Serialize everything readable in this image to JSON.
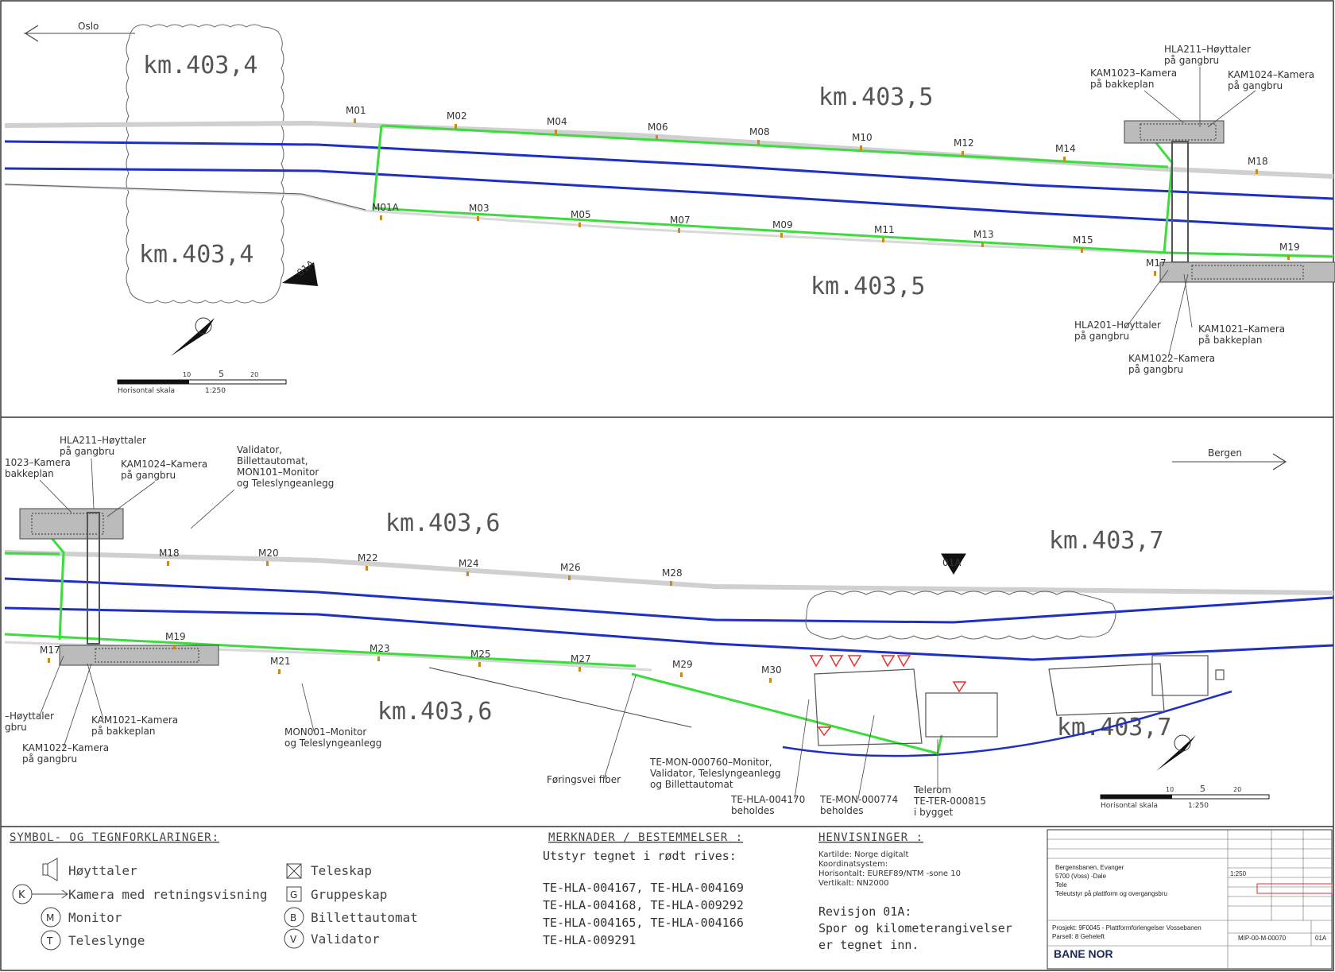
{
  "directions": {
    "left": "Oslo",
    "right": "Bergen"
  },
  "km_markers": {
    "top": [
      "km.403,4",
      "km.403,4",
      "km.403,5",
      "km.403,5"
    ],
    "bottom": [
      "km.403,6",
      "km.403,6",
      "km.403,7",
      "km.403,7"
    ]
  },
  "section_tag": "01A",
  "scale": {
    "label": "Horisontal skala",
    "ratio": "1:250",
    "ticks": [
      "10",
      "5",
      "20"
    ]
  },
  "monitors_top": [
    "M01",
    "M02",
    "M03",
    "M04",
    "M05",
    "M06",
    "M07",
    "M08",
    "M09",
    "M10",
    "M11",
    "M12",
    "M13",
    "M14",
    "M15",
    "M17",
    "M18",
    "M19",
    "M01A"
  ],
  "monitors_bottom": [
    "M17",
    "M18",
    "M19",
    "M20",
    "M21",
    "M22",
    "M23",
    "M24",
    "M25",
    "M26",
    "M27",
    "M28",
    "M29",
    "M30"
  ],
  "callouts_top": {
    "hla211": [
      "HLA211–Høyttaler",
      "på gangbru"
    ],
    "kam1023": [
      "KAM1023–Kamera",
      "på bakkeplan"
    ],
    "kam1024": [
      "KAM1024–Kamera",
      "på gangbru"
    ],
    "hla201": [
      "HLA201–Høyttaler",
      "på gangbru"
    ],
    "kam1021": [
      "KAM1021–Kamera",
      "på bakkeplan"
    ],
    "kam1022": [
      "KAM1022–Kamera",
      "på gangbru"
    ]
  },
  "callouts_bottom": {
    "hla211": [
      "HLA211–Høyttaler",
      "på gangbru"
    ],
    "kam1023": [
      "1023–Kamera",
      "bakkeplan"
    ],
    "kam1024": [
      "KAM1024–Kamera",
      "på gangbru"
    ],
    "validator": [
      "Validator,",
      "Billettautomat,",
      "MON101–Monitor",
      "og Teleslyngeanlegg"
    ],
    "hoyttaler": [
      "–Høyttaler",
      "gbru"
    ],
    "kam1021": [
      "KAM1021–Kamera",
      "på bakkeplan"
    ],
    "kam1022": [
      "KAM1022–Kamera",
      "på gangbru"
    ],
    "mon001": [
      "MON001–Monitor",
      "og Teleslyngeanlegg"
    ],
    "foringsvei": [
      "Føringsvei fiber"
    ],
    "te_mon_760": [
      "TE-MON-000760–Monitor,",
      "Validator, Teleslyngeanlegg",
      "og Billettautomat"
    ],
    "te_hla_4170": [
      "TE-HLA-004170",
      "beholdes"
    ],
    "te_mon_774": [
      "TE-MON-000774",
      "beholdes"
    ],
    "telerom": [
      "Telerom",
      "TE-TER-000815",
      "i bygget"
    ]
  },
  "legend": {
    "title": "SYMBOL- OG TEGNFORKLARINGER:",
    "items": [
      {
        "symbol": "speaker",
        "label": "Høyttaler"
      },
      {
        "symbol": "K",
        "label": "Kamera med retningsvisning"
      },
      {
        "symbol": "M",
        "label": "Monitor"
      },
      {
        "symbol": "T",
        "label": "Teleslynge"
      },
      {
        "symbol": "box-x",
        "label": "Teleskap"
      },
      {
        "symbol": "G",
        "label": "Gruppeskap"
      },
      {
        "symbol": "B",
        "label": "Billettautomat"
      },
      {
        "symbol": "V",
        "label": "Validator"
      }
    ]
  },
  "remarks": {
    "title": "MERKNADER / BESTEMMELSER :",
    "lead": "Utstyr tegnet i rødt rives:",
    "lines": [
      "TE-HLA-004167, TE-HLA-004169",
      "TE-HLA-004168, TE-HLA-009292",
      "TE-HLA-004165, TE-HLA-004166",
      "TE-HLA-009291"
    ]
  },
  "references": {
    "title": "HENVISNINGER :",
    "lines": [
      "Kartilde: Norge digitalt",
      "Koordinatsystem:",
      "Horisontalt: EUREF89/NTM -sone 10",
      "Vertikalt: NN2000"
    ],
    "revision": [
      "Revisjon 01A:",
      "Spor og kilometerangivelser",
      "er tegnet inn."
    ]
  },
  "title_block": {
    "project_lines": [
      "Bergensbanen, Evanger",
      "5700 (Voss) -Dale",
      "Tele",
      "Teleutstyr på plattform og overgangsbru"
    ],
    "project": "Prosjekt: 9F0045 - Plattformforlengelser Vossebanen",
    "parcel": "Parsell: 8 Geheleft",
    "company": "BANE NOR",
    "scale": "1:250",
    "drawing_no": "MIP-00-M-00070",
    "rev": "01A"
  },
  "colors": {
    "track": "#1d2fc4",
    "cable": "#3ddc3d",
    "platform": "#cfcfcf",
    "remove": "#e53030"
  }
}
